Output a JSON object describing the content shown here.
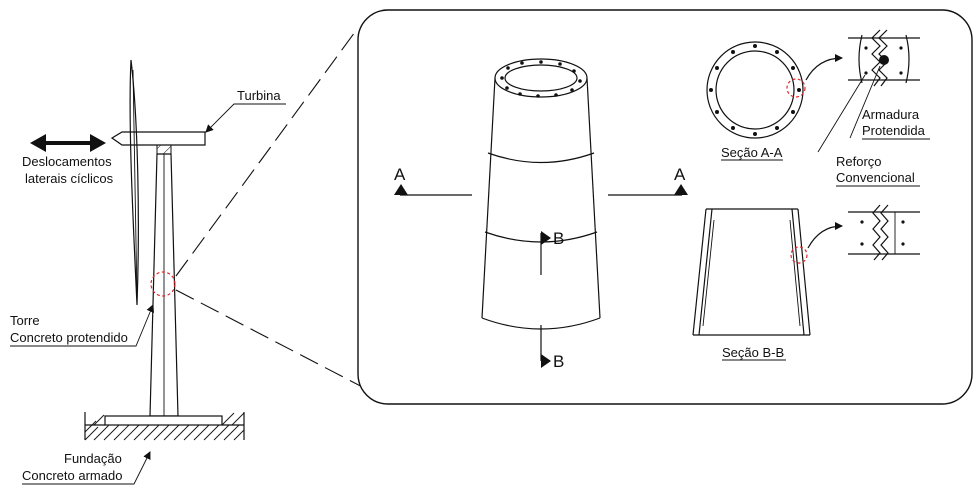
{
  "labels": {
    "turbine": "Turbina",
    "displacement_line1": "Deslocamentos",
    "displacement_line2": "laterais cíclicos",
    "tower_line1": "Torre",
    "tower_line2": "Concreto protendido",
    "foundation_line1": "Fundação",
    "foundation_line2": "Concreto armado",
    "section_a": "A",
    "section_b": "B",
    "section_aa": "Seção A-A",
    "section_bb": "Seção B-B",
    "prestressed_line1": "Armadura",
    "prestressed_line2": "Protendida",
    "conventional_line1": "Reforço",
    "conventional_line2": "Convencional"
  },
  "colors": {
    "line": "#111111",
    "highlight": "#e0262b"
  }
}
